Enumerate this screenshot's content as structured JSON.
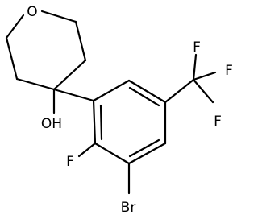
{
  "molecule": {
    "atoms": {
      "oxygen_ring": "O",
      "hydroxyl": "OH",
      "fluorine_aryl": "F",
      "bromine": "Br",
      "fluorine_cf3_top": "F",
      "fluorine_cf3_right": "F",
      "fluorine_cf3_bottom": "F"
    }
  }
}
